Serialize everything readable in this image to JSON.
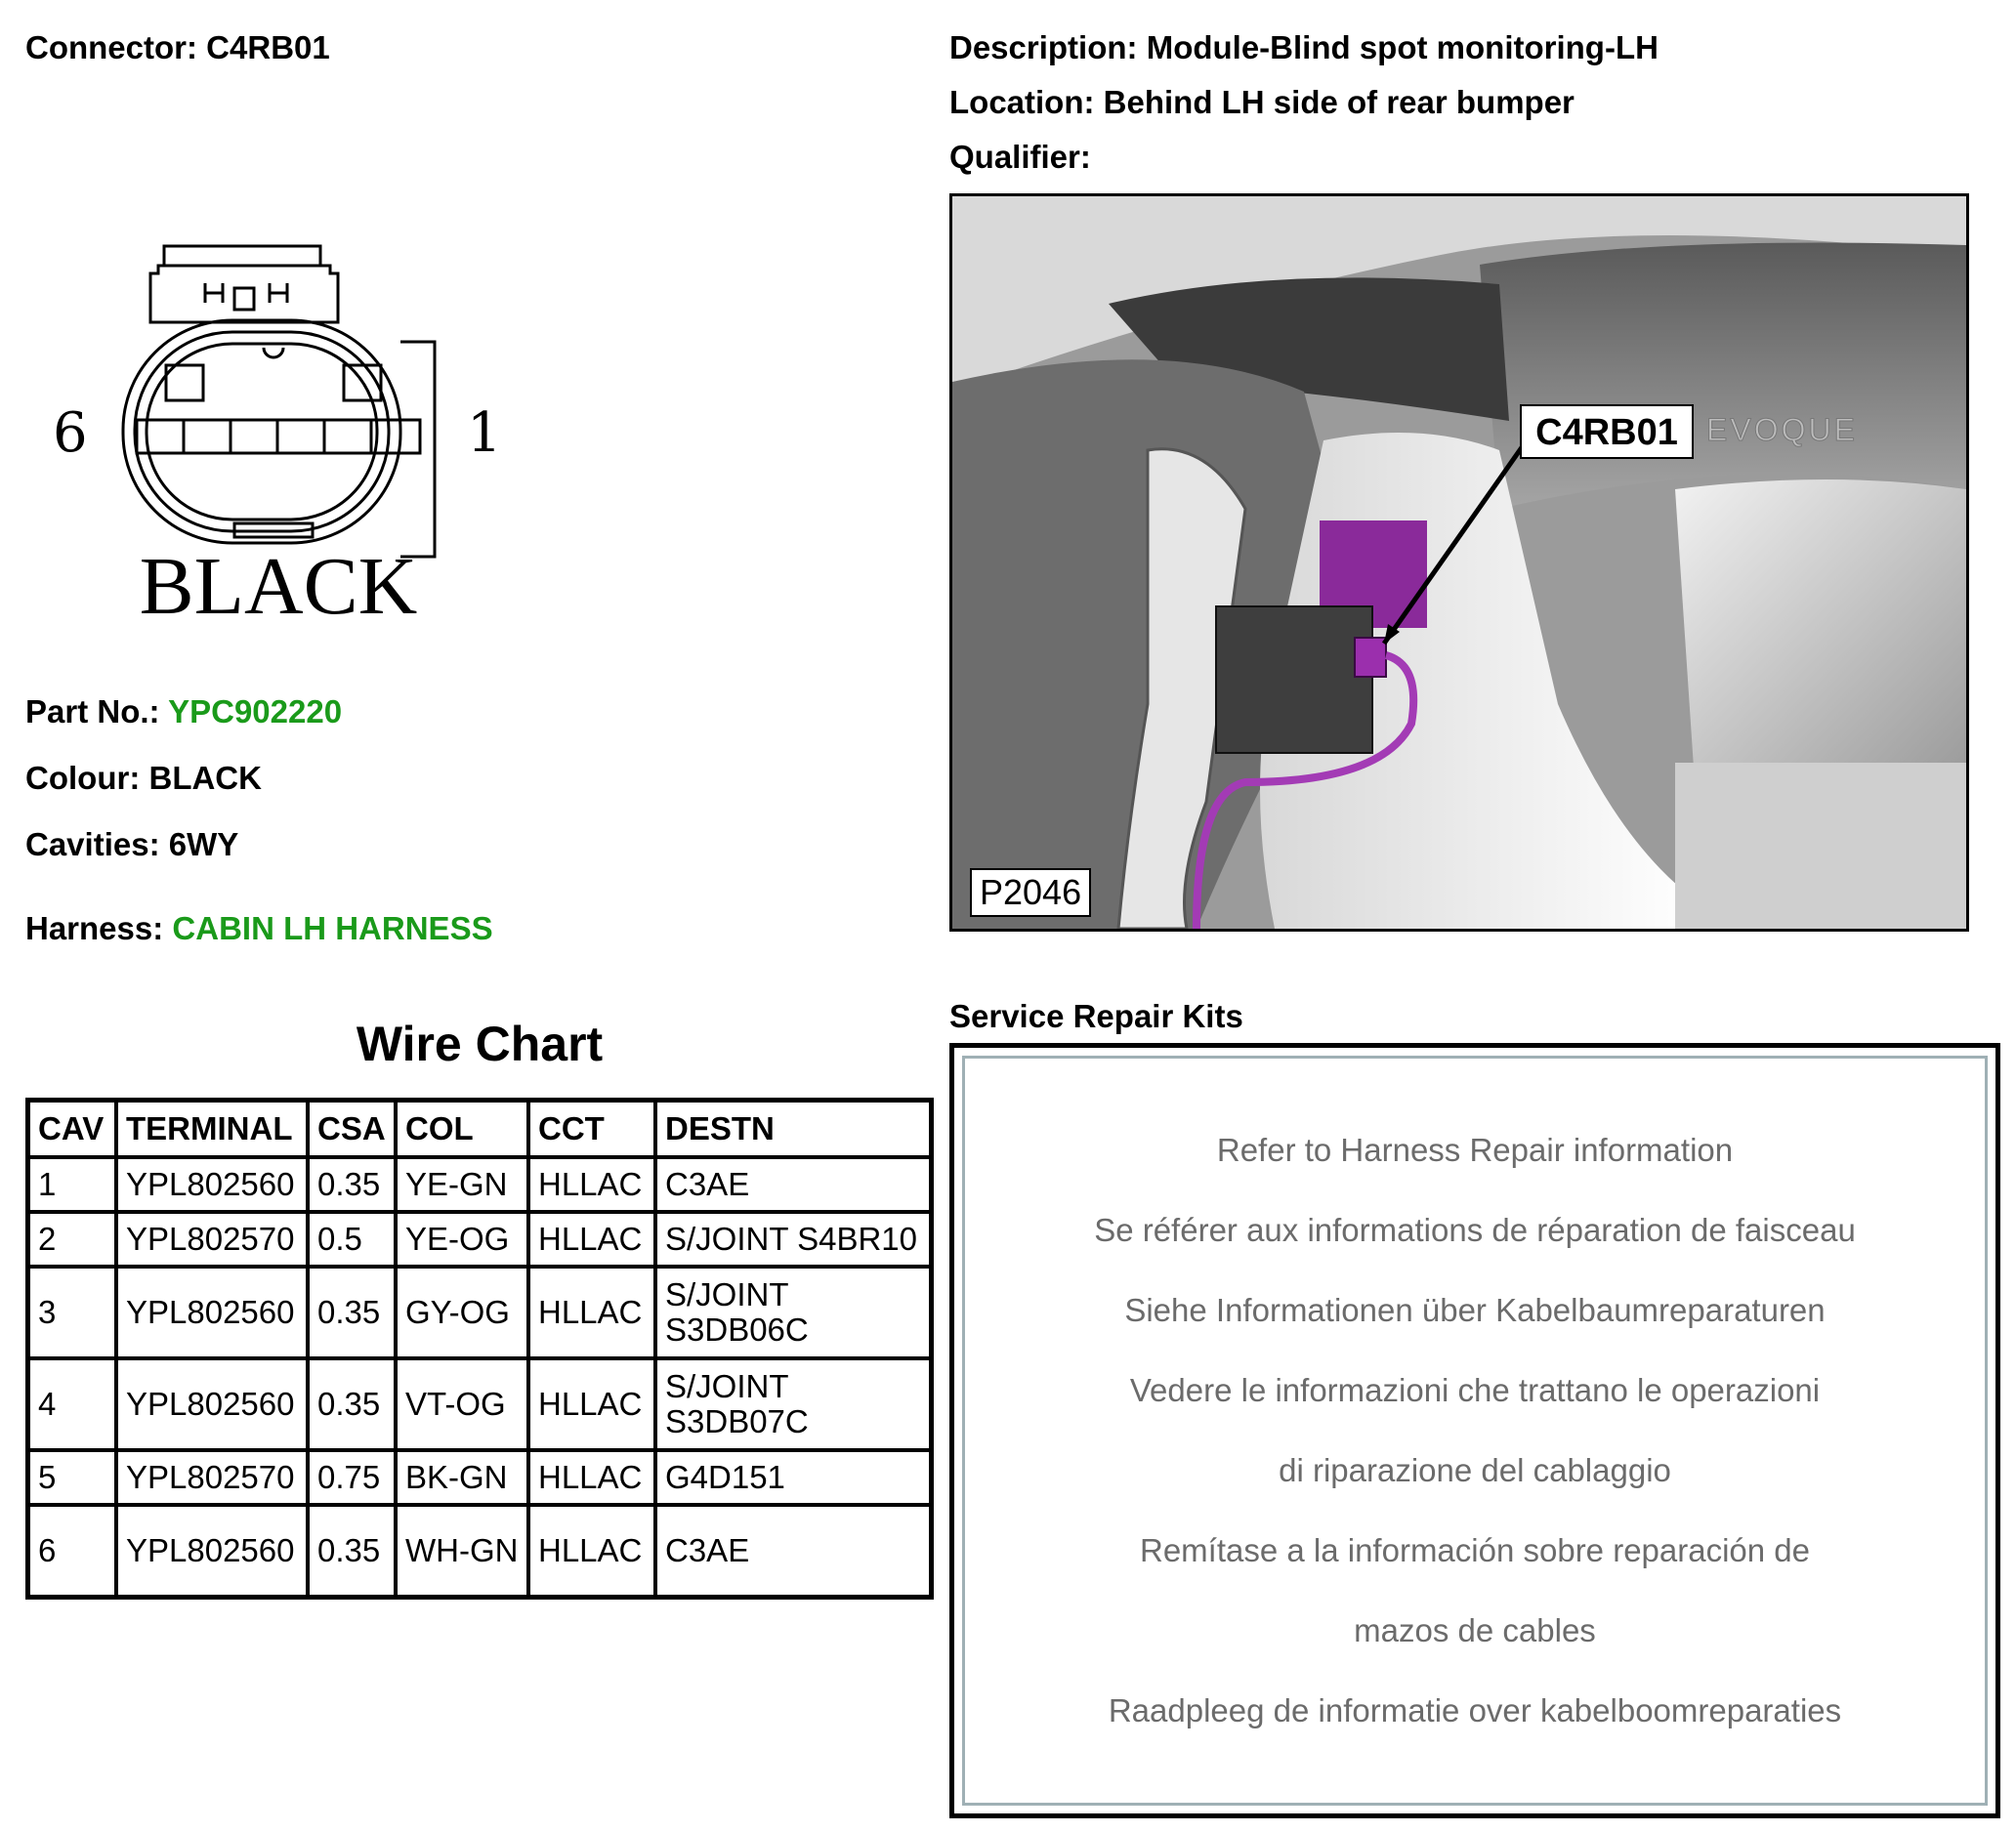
{
  "connector": {
    "label": "Connector:",
    "value": "C4RB01"
  },
  "diagram": {
    "pin_left": "6",
    "pin_right": "1",
    "colour_text": "BLACK"
  },
  "part_no": {
    "label": "Part No.:",
    "value": "YPC902220"
  },
  "colour": {
    "label": "Colour:",
    "value": "BLACK"
  },
  "cavities": {
    "label": "Cavities:",
    "value": "6WY"
  },
  "harness": {
    "label": "Harness:",
    "value": "CABIN LH HARNESS"
  },
  "description": {
    "label": "Description:",
    "value": "Module-Blind spot monitoring-LH"
  },
  "location": {
    "label": "Location:",
    "value": "Behind LH side of rear bumper"
  },
  "qualifier": {
    "label": "Qualifier:",
    "value": ""
  },
  "photo": {
    "callout": "C4RB01",
    "ref": "P2046",
    "badge": "EVOQUE"
  },
  "wire_chart": {
    "title": "Wire Chart",
    "headers": [
      "CAV",
      "TERMINAL",
      "CSA",
      "COL",
      "CCT",
      "DESTN"
    ],
    "rows": [
      [
        "1",
        "YPL802560",
        "0.35",
        "YE-GN",
        "HLLAC",
        "C3AE"
      ],
      [
        "2",
        "YPL802570",
        "0.5",
        "YE-OG",
        "HLLAC",
        "S/JOINT S4BR10"
      ],
      [
        "3",
        "YPL802560",
        "0.35",
        "GY-OG",
        "HLLAC",
        "S/JOINT S3DB06C"
      ],
      [
        "4",
        "YPL802560",
        "0.35",
        "VT-OG",
        "HLLAC",
        "S/JOINT S3DB07C"
      ],
      [
        "5",
        "YPL802570",
        "0.75",
        "BK-GN",
        "HLLAC",
        "G4D151"
      ],
      [
        "6",
        "YPL802560",
        "0.35",
        "WH-GN",
        "HLLAC",
        "C3AE"
      ]
    ]
  },
  "service_repair_kits": {
    "title": "Service Repair Kits",
    "lines": [
      "Refer to Harness Repair information",
      "Se référer aux informations de réparation de faisceau",
      "Siehe Informationen über Kabelbaumreparaturen",
      "Vedere le informazioni che trattano le operazioni",
      "di riparazione del cablaggio",
      "Remítase a la información sobre reparación de",
      "mazos de cables",
      "Raadpleeg de informatie over kabelboomreparaties"
    ]
  }
}
